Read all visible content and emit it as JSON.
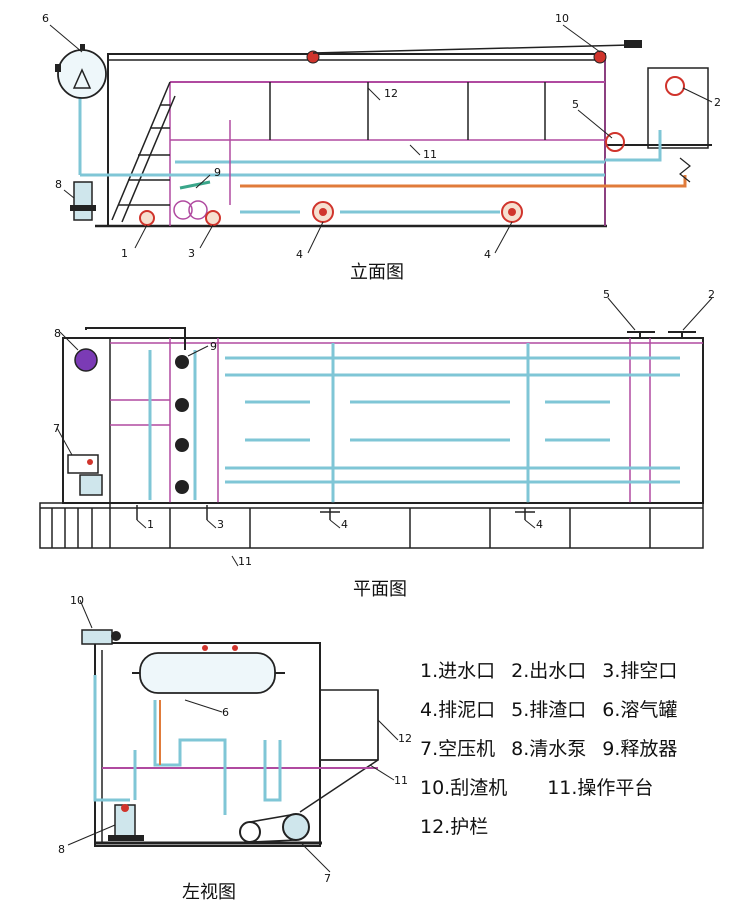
{
  "views": {
    "elevation": {
      "title": "立面图"
    },
    "plan": {
      "title": "平面图"
    },
    "left": {
      "title": "左视图"
    }
  },
  "callouts": {
    "c1": "1",
    "c2": "2",
    "c3": "3",
    "c4": "4",
    "c5": "5",
    "c6": "6",
    "c7": "7",
    "c8": "8",
    "c9": "9",
    "c10": "10",
    "c11": "11",
    "c12": "12"
  },
  "legend": {
    "row1": [
      "1.进水口",
      "2.出水口",
      "3.排空口"
    ],
    "row2": [
      "4.排泥口",
      "5.排渣口",
      "6.溶气罐"
    ],
    "row3": [
      "7.空压机",
      "8.清水泵",
      "9.释放器"
    ],
    "row4": [
      "10.刮渣机",
      "11.操作平台"
    ],
    "row5": [
      "12.护栏"
    ]
  },
  "colors": {
    "outline": "#222222",
    "pipe": "#7fc6d6",
    "frame": "#b04aa0",
    "orange": "#e07b3a",
    "red": "#d0342c"
  }
}
